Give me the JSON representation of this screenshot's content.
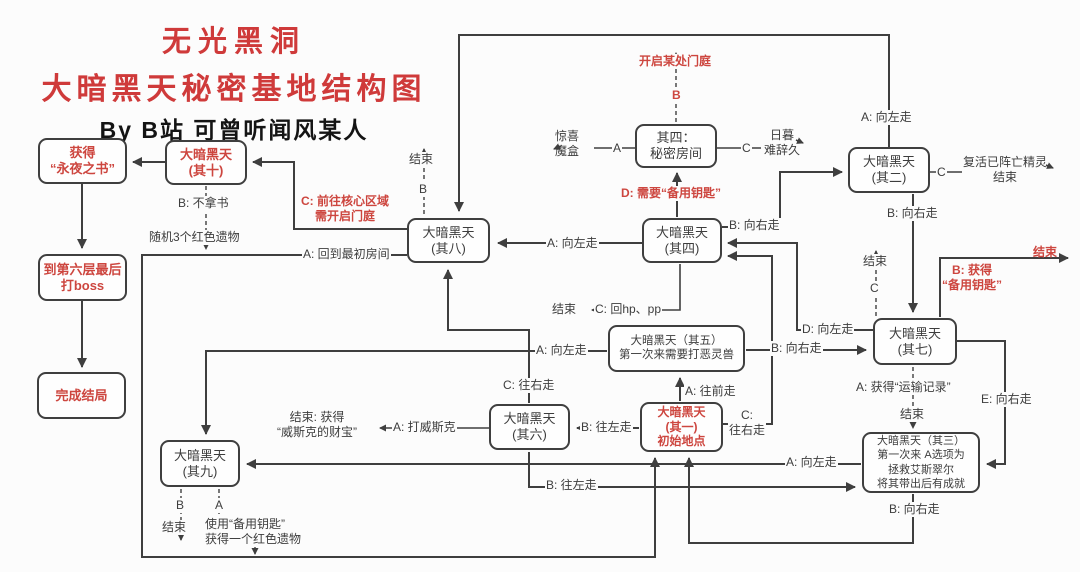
{
  "title": {
    "line1": "无光黑洞",
    "line2": "大暗黑天秘密基地结构图",
    "byline": "By B站 可曾听闻风某人"
  },
  "colors": {
    "title_red": "#cf3a3a",
    "label_red": "#cd463f",
    "line_dark": "#3f3f3f",
    "background": "#fcfcfc"
  },
  "nodes": {
    "n10": "大暗黑天\n(其十)",
    "book": "获得\n“永夜之书”",
    "boss": "到第六层最后\n打boss",
    "ending": "完成结局",
    "n8": "大暗黑天\n(其八)",
    "secret": "其四：\n秘密房间",
    "n4": "大暗黑天\n(其四)",
    "n2": "大暗黑天\n(其二)",
    "n5": "大暗黑天（其五）\n第一次来需要打恶灵兽",
    "n7": "大暗黑天\n(其七)",
    "n1": "大暗黑天\n(其一)\n初始地点",
    "n6": "大暗黑天\n(其六)",
    "n9": "大暗黑天\n(其九)",
    "n3": "大暗黑天（其三）\n第一次来 A选项为\n拯救艾斯翠尔\n将其带出后有成就"
  },
  "labels": {
    "end_n8": "结束",
    "b_n8": "B",
    "c_core": "C: 前往核心区域\n需开启门庭",
    "a_return": "A: 回到最初房间",
    "b_nobook": "B: 不拿书",
    "relics": "随机3个红色遗物",
    "open_door": "开启某处门庭",
    "b_door": "B",
    "surprise": "惊喜\n魔盒",
    "a_surprise": "A",
    "c_sunset": "C",
    "sunset": "日暮\n难辞久",
    "d_need": "D: 需要“备用钥匙”",
    "a_left_top": "A: 向左走",
    "c_revive": "C",
    "revive": "复活已阵亡精灵\n结束",
    "b_right_n4": "B: 向右走",
    "b_right_n2": "B: 向右走",
    "end_n7": "结束",
    "c_n7": "C",
    "b_getkey": "B: 获得\n“备用钥匙”",
    "end_red": "结束",
    "end_hp": "结束",
    "c_hp": "C: 回hp、pp",
    "d_left": "D: 向左走",
    "b_right_n5": "B: 向右走",
    "a_left_n4": "A: 向左走",
    "a_left_n5": "A: 向左走",
    "a_record": "A: 获得“运输记录”",
    "end_record": "结束",
    "e_right": "E: 向右走",
    "c_right_n6": "C: 往右走",
    "a_forward": "A: 往前走",
    "c_right_n1": "C:\n往右走",
    "b_left_n1": "B: 往左走",
    "wesker_end": "结束: 获得\n“威斯克的财宝”",
    "a_wesker": "A: 打威斯克",
    "a_left_n3": "A: 向左走",
    "b_left_n6": "B: 往左走",
    "b_n9": "B",
    "end_n9": "结束",
    "a_n9": "A",
    "usekey": "使用“备用钥匙”\n获得一个红色遗物",
    "b_right_n3": "B: 向右走"
  }
}
